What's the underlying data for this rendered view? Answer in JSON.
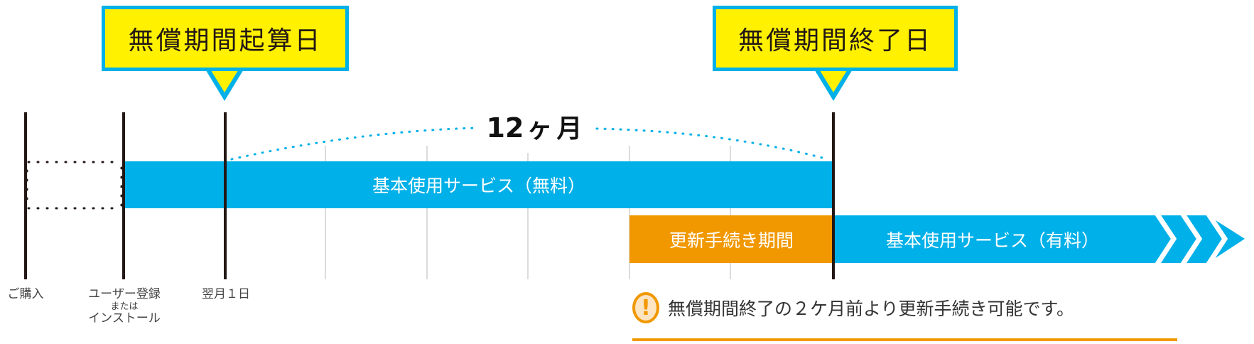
{
  "callouts": {
    "start": "無償期間起算日",
    "end": "無償期間終了日"
  },
  "duration_label": {
    "number": "12",
    "unit": "ヶ月"
  },
  "bars": {
    "free_service": "基本使用サービス（無料）",
    "renewal_period": "更新手続き期間",
    "paid_service": "基本使用サービス（有料）"
  },
  "timeline_labels": {
    "purchase": "ご購入",
    "registration_line1": "ユーザー登録",
    "registration_or": "または",
    "registration_line2": "インストール",
    "next_month_first": "翌月１日"
  },
  "note": {
    "text": "無償期間終了の２ケ月前より更新手続き可能です。",
    "icon": "exclamation-circle-icon"
  },
  "colors": {
    "callout_fill": "#fff100",
    "callout_border": "#00b0e8",
    "free_bar": "#00b0e8",
    "renewal_bar": "#f19800",
    "paid_bar": "#00b0e8",
    "timeline_line": "#231815",
    "grid_line": "#dcdcdc",
    "note_underline": "#f19800"
  }
}
